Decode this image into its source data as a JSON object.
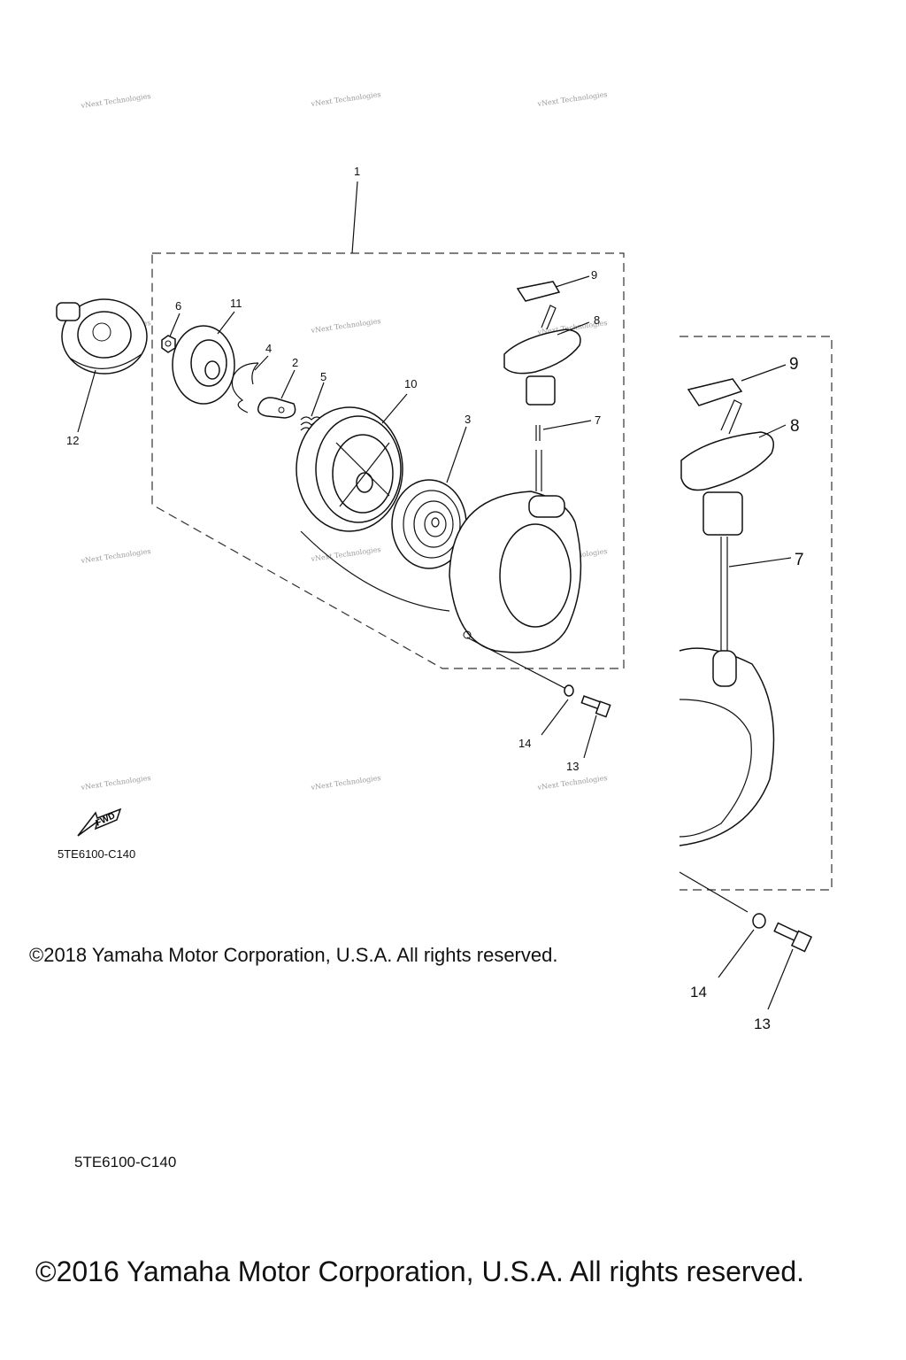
{
  "diagram": {
    "callouts_main": {
      "c1": "1",
      "c2": "2",
      "c3": "3",
      "c4": "4",
      "c5": "5",
      "c6": "6",
      "c7": "7",
      "c8": "8",
      "c9": "9",
      "c10": "10",
      "c11": "11",
      "c12": "12",
      "c13": "13",
      "c14": "14"
    },
    "callouts_detail": {
      "c7": "7",
      "c8": "8",
      "c9": "9",
      "c13": "13",
      "c14": "14"
    },
    "watermark": "vNext Technologies",
    "fwd_label": "FWD",
    "diagram_code_small": "5TE6100-C140",
    "diagram_code_large": "5TE6100-C140",
    "copyright_small": "©2018 Yamaha Motor Corporation, U.S.A. All rights reserved.",
    "copyright_large": "©2016 Yamaha Motor Corporation, U.S.A. All rights reserved."
  }
}
